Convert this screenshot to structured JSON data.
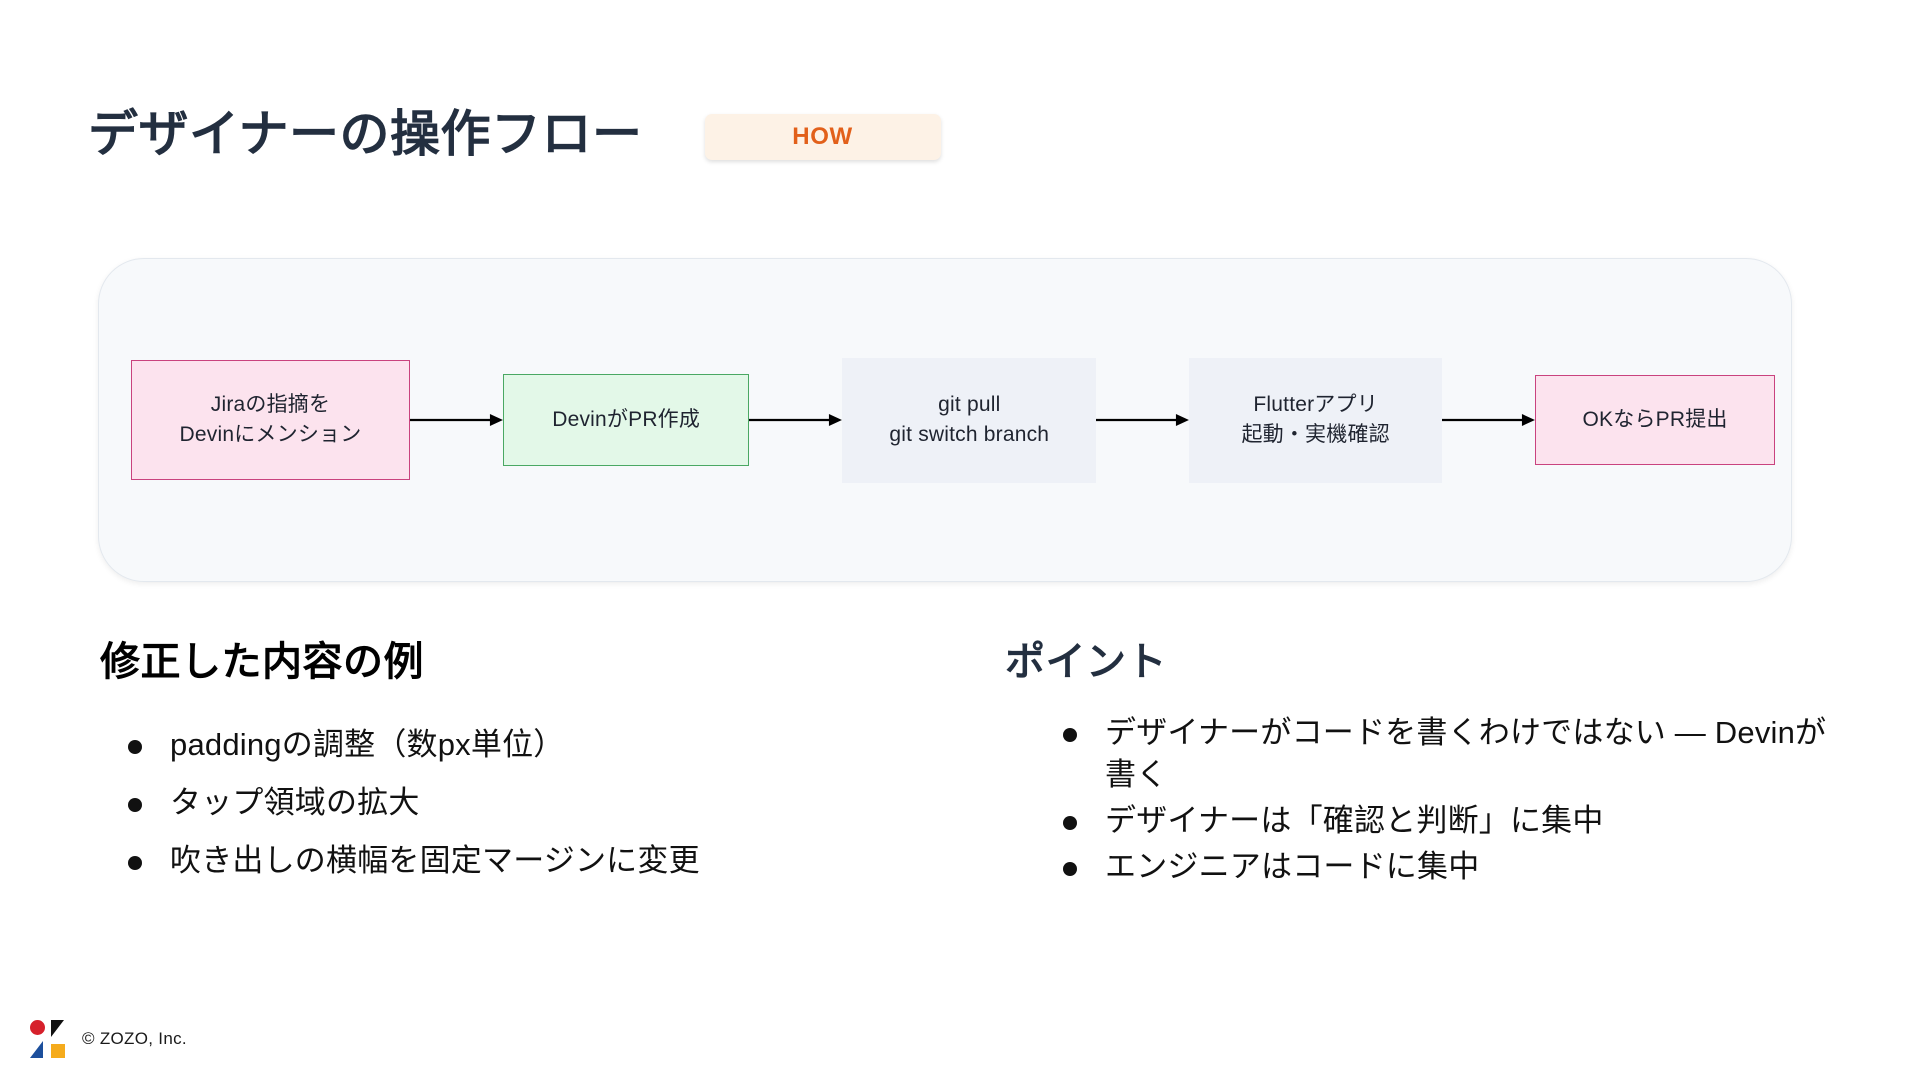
{
  "header": {
    "title": "デザイナーの操作フロー",
    "badge_label": "HOW",
    "badge_bg": "#fdf2e6",
    "badge_color": "#e2601a",
    "title_color": "#232f40"
  },
  "flow": {
    "panel_bg": "#f7f9fb",
    "nodes": [
      {
        "id": "jira-mention",
        "text": "Jiraの指摘を\nDevinにメンション",
        "style": "pink",
        "fill": "#fce3ee",
        "border": "#c9437e"
      },
      {
        "id": "devin-pr",
        "text": "DevinがPR作成",
        "style": "green",
        "fill": "#e3f8e8",
        "border": "#4aa863"
      },
      {
        "id": "git-pull",
        "text": "git pull\ngit switch branch",
        "style": "gray",
        "fill": "#eef1f7",
        "border": "#eef1f7"
      },
      {
        "id": "flutter-run",
        "text": "Flutterアプリ\n起動・実機確認",
        "style": "gray",
        "fill": "#eef1f7",
        "border": "#eef1f7"
      },
      {
        "id": "pr-submit",
        "text": "OKならPR提出",
        "style": "pink",
        "fill": "#fce3ee",
        "border": "#c9437e"
      }
    ],
    "arrow_count": 4,
    "arrow_color": "#000000"
  },
  "left_column": {
    "heading": "修正した内容の例",
    "heading_color": "#000000",
    "bullets": [
      "paddingの調整（数px単位）",
      "タップ領域の拡大",
      "吹き出しの横幅を固定マージンに変更"
    ]
  },
  "right_column": {
    "heading": "ポイント",
    "heading_color": "#232f40",
    "bullets": [
      "デザイナーがコードを書くわけではない — Devinが書く",
      "デザイナーは「確認と判断」に集中",
      "エンジニアはコードに集中"
    ]
  },
  "footer": {
    "copyright": "© ZOZO, Inc.",
    "logo_colors": {
      "circle": "#d6202b",
      "triangle_black": "#111111",
      "triangle_blue": "#1c4f9c",
      "square": "#f5ab1c"
    }
  }
}
